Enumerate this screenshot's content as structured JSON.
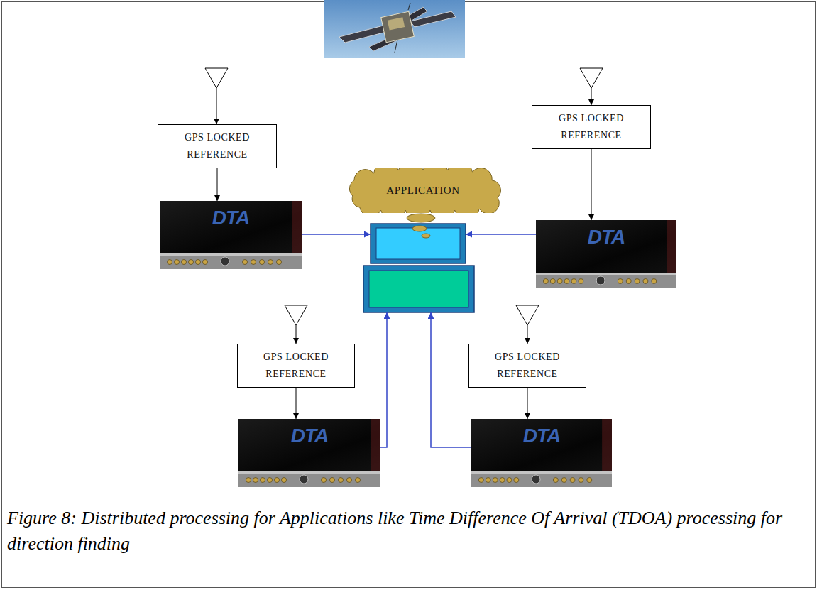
{
  "diagram": {
    "caption": "Figure 8: Distributed processing for Applications like Time Difference Of Arrival (TDOA) processing for direction finding",
    "nodes": [
      {
        "text": [
          "GPS LOCKED REFERENCE"
        ]
      },
      {
        "text": [
          "GPS LOCKED REFERENCE"
        ]
      },
      {
        "text": [
          "APPLICATION"
        ]
      },
      {
        "text": [
          "DTA"
        ]
      },
      {
        "text": [
          "DTA"
        ]
      },
      {
        "text": [
          "GPS LOCKED REFERENCE"
        ]
      },
      {
        "text": [
          "GPS LOCKED REFERENCE"
        ]
      },
      {
        "text": [
          "DTA"
        ]
      },
      {
        "text": [
          "DTA"
        ]
      }
    ],
    "edges": [
      {
        "from": 0,
        "to": 3,
        "arrow": "to"
      },
      {
        "from": 1,
        "to": 4,
        "arrow": "to"
      },
      {
        "from": 5,
        "to": 7,
        "arrow": "to"
      },
      {
        "from": 6,
        "to": 8,
        "arrow": "to"
      }
    ]
  }
}
